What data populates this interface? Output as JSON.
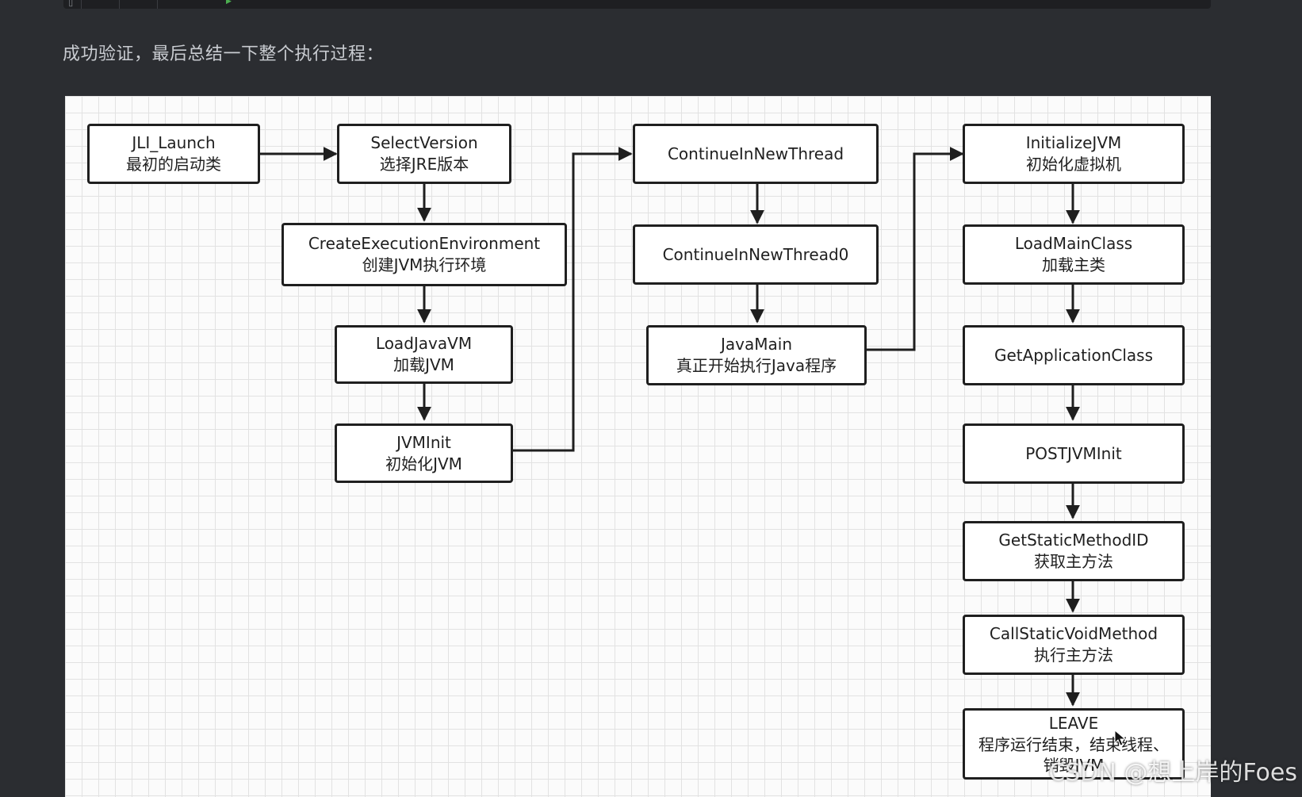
{
  "intro_text": "成功验证，最后总结一下整个执行过程：",
  "watermark": "CSDN @想上岸的Foes",
  "colors": {
    "page_bg": "#2b2d31",
    "canvas_bg": "#fbfbfb",
    "grid": "#e2e2e2",
    "stroke": "#1f1f1f"
  },
  "diagram": {
    "nodes": [
      {
        "id": "jli-launch",
        "title": "JLI_Launch",
        "subtitle": "最初的启动类"
      },
      {
        "id": "select-version",
        "title": "SelectVersion",
        "subtitle": "选择JRE版本"
      },
      {
        "id": "create-execution-environment",
        "title": "CreateExecutionEnvironment",
        "subtitle": "创建JVM执行环境"
      },
      {
        "id": "load-java-vm",
        "title": "LoadJavaVM",
        "subtitle": "加载JVM"
      },
      {
        "id": "jvm-init",
        "title": "JVMInit",
        "subtitle": "初始化JVM"
      },
      {
        "id": "continue-in-new-thread",
        "title": "ContinueInNewThread",
        "subtitle": ""
      },
      {
        "id": "continue-in-new-thread0",
        "title": "ContinueInNewThread0",
        "subtitle": ""
      },
      {
        "id": "java-main",
        "title": "JavaMain",
        "subtitle": "真正开始执行Java程序"
      },
      {
        "id": "initialize-jvm",
        "title": "InitializeJVM",
        "subtitle": "初始化虚拟机"
      },
      {
        "id": "load-main-class",
        "title": "LoadMainClass",
        "subtitle": "加载主类"
      },
      {
        "id": "get-application-class",
        "title": "GetApplicationClass",
        "subtitle": ""
      },
      {
        "id": "post-jvm-init",
        "title": "POSTJVMInit",
        "subtitle": ""
      },
      {
        "id": "get-static-method-id",
        "title": "GetStaticMethodID",
        "subtitle": "获取主方法"
      },
      {
        "id": "call-static-void-method",
        "title": "CallStaticVoidMethod",
        "subtitle": "执行主方法"
      },
      {
        "id": "leave",
        "title": "LEAVE",
        "subtitle": "程序运行结束，结束线程、销毁JVM"
      }
    ],
    "edges": [
      [
        "jli-launch",
        "select-version"
      ],
      [
        "select-version",
        "create-execution-environment"
      ],
      [
        "create-execution-environment",
        "load-java-vm"
      ],
      [
        "load-java-vm",
        "jvm-init"
      ],
      [
        "jvm-init",
        "continue-in-new-thread"
      ],
      [
        "continue-in-new-thread",
        "continue-in-new-thread0"
      ],
      [
        "continue-in-new-thread0",
        "java-main"
      ],
      [
        "java-main",
        "initialize-jvm"
      ],
      [
        "initialize-jvm",
        "load-main-class"
      ],
      [
        "load-main-class",
        "get-application-class"
      ],
      [
        "get-application-class",
        "post-jvm-init"
      ],
      [
        "post-jvm-init",
        "get-static-method-id"
      ],
      [
        "get-static-method-id",
        "call-static-void-method"
      ],
      [
        "call-static-void-method",
        "leave"
      ]
    ]
  }
}
